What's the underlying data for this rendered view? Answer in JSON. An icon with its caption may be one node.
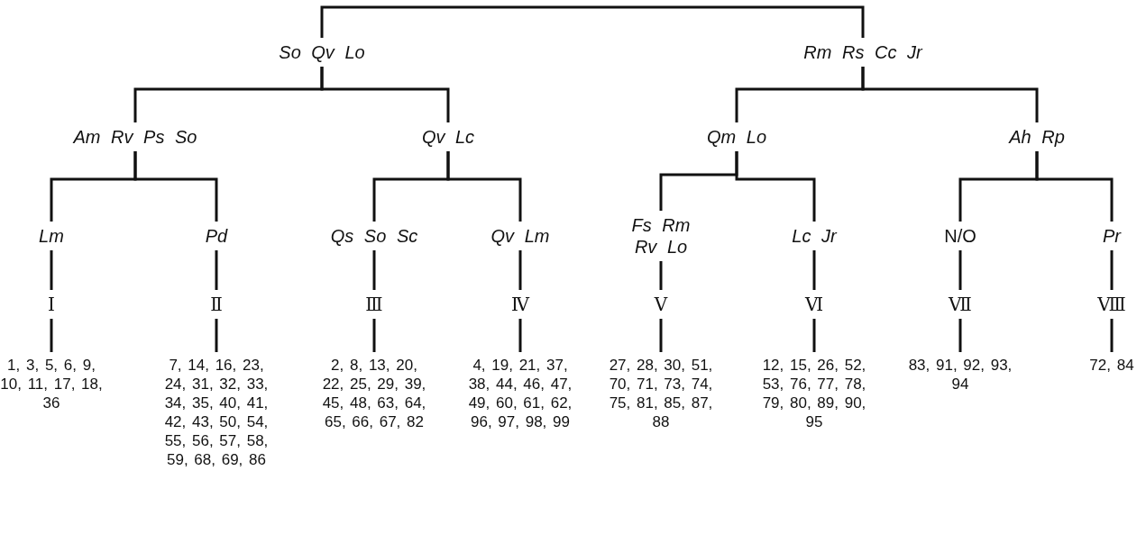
{
  "diagram": {
    "nodes": [
      {
        "text": [
          "So Qv Lo"
        ]
      },
      {
        "text": [
          "Rm Rs Cc Jr"
        ]
      },
      {
        "text": [
          "Am Rv Ps So"
        ]
      },
      {
        "text": [
          "Qv Lc"
        ]
      },
      {
        "text": [
          "Qm Lo"
        ]
      },
      {
        "text": [
          "Ah Rp"
        ]
      },
      {
        "text": [
          "Lm"
        ]
      },
      {
        "text": [
          "Pd"
        ]
      },
      {
        "text": [
          "Qs So Sc"
        ]
      },
      {
        "text": [
          "Qv Lm"
        ]
      },
      {
        "text": [
          "Fs Rm Rv Lo"
        ]
      },
      {
        "text": [
          "Lc Jr"
        ]
      },
      {
        "text": [
          "N/O"
        ]
      },
      {
        "text": [
          "Pr"
        ]
      },
      {
        "text": [
          "Ⅰ"
        ]
      },
      {
        "text": [
          "Ⅱ"
        ]
      },
      {
        "text": [
          "Ⅲ"
        ]
      },
      {
        "text": [
          "Ⅳ"
        ]
      },
      {
        "text": [
          "Ⅴ"
        ]
      },
      {
        "text": [
          "Ⅵ"
        ]
      },
      {
        "text": [
          "Ⅶ"
        ]
      },
      {
        "text": [
          "Ⅷ"
        ]
      },
      {
        "text": [
          "1, 3, 5, 6, 9, 10, 11, 17, 18, 36"
        ]
      },
      {
        "text": [
          "7, 14, 16, 23, 24, 31, 32, 33, 34, 35, 40, 41, 42, 43, 50, 54, 55, 56, 57, 58, 59, 68, 69, 86"
        ]
      },
      {
        "text": [
          "2, 8, 13, 20, 22, 25, 29, 39, 45, 48, 63, 64, 65, 66, 67, 82"
        ]
      },
      {
        "text": [
          "4, 19, 21, 37, 38, 44, 46, 47, 49, 60, 61, 62, 96, 97, 98, 99"
        ]
      },
      {
        "text": [
          "27, 28, 30, 51, 70, 71, 73, 74, 75, 81, 85, 87, 88"
        ]
      },
      {
        "text": [
          "12, 15, 26, 52, 53, 76, 77, 78, 79, 80, 89, 90, 95"
        ]
      },
      {
        "text": [
          "83, 91, 92, 93, 94"
        ]
      },
      {
        "text": [
          "72, 84"
        ]
      }
    ],
    "edges": [
      {
        "from": 0,
        "to": 1,
        "arrow": "none"
      },
      {
        "from": 0,
        "to": 2,
        "arrow": "none"
      },
      {
        "from": 0,
        "to": 3,
        "arrow": "none"
      },
      {
        "from": 1,
        "to": 4,
        "arrow": "none"
      },
      {
        "from": 1,
        "to": 5,
        "arrow": "none"
      },
      {
        "from": 2,
        "to": 6,
        "arrow": "none"
      },
      {
        "from": 2,
        "to": 7,
        "arrow": "none"
      },
      {
        "from": 3,
        "to": 8,
        "arrow": "none"
      },
      {
        "from": 3,
        "to": 9,
        "arrow": "none"
      },
      {
        "from": 4,
        "to": 10,
        "arrow": "none"
      },
      {
        "from": 4,
        "to": 11,
        "arrow": "none"
      },
      {
        "from": 5,
        "to": 12,
        "arrow": "none"
      },
      {
        "from": 5,
        "to": 13,
        "arrow": "none"
      },
      {
        "from": 6,
        "to": 14,
        "arrow": "none"
      },
      {
        "from": 7,
        "to": 15,
        "arrow": "none"
      },
      {
        "from": 8,
        "to": 16,
        "arrow": "none"
      },
      {
        "from": 9,
        "to": 17,
        "arrow": "none"
      },
      {
        "from": 10,
        "to": 18,
        "arrow": "none"
      },
      {
        "from": 11,
        "to": 19,
        "arrow": "none"
      },
      {
        "from": 12,
        "to": 20,
        "arrow": "none"
      },
      {
        "from": 13,
        "to": 21,
        "arrow": "none"
      },
      {
        "from": 14,
        "to": 22,
        "arrow": "none"
      },
      {
        "from": 15,
        "to": 23,
        "arrow": "none"
      },
      {
        "from": 16,
        "to": 24,
        "arrow": "none"
      },
      {
        "from": 17,
        "to": 25,
        "arrow": "none"
      },
      {
        "from": 18,
        "to": 26,
        "arrow": "none"
      },
      {
        "from": 19,
        "to": 27,
        "arrow": "none"
      },
      {
        "from": 20,
        "to": 28,
        "arrow": "none"
      },
      {
        "from": 21,
        "to": 29,
        "arrow": "none"
      }
    ]
  }
}
